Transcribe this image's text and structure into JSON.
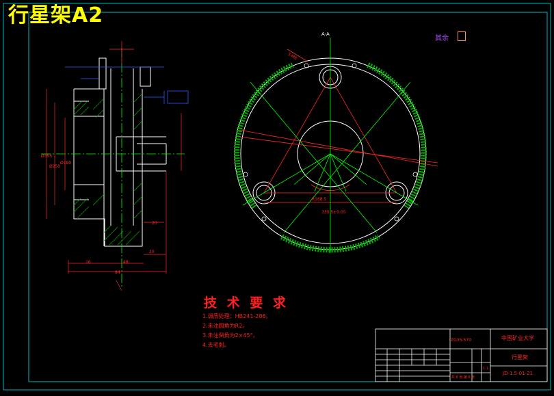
{
  "drawing": {
    "title": "行星架A2",
    "misc_label": "其余"
  },
  "technical_requirements": {
    "title": "技 术 要 求",
    "items": [
      "1.调质处理：HB241-286。",
      "2.未注圆角为R2。",
      "3.未注倒角为2×45°。",
      "4.去毛刺。"
    ]
  },
  "title_block": {
    "university": "中国矿业大学",
    "part_name": "行星架",
    "drawing_no": "JD-1.5-01-21",
    "material": "ZG35-570",
    "scale": "1:1",
    "sheet": "共 6 张  第 6 张"
  },
  "colors": {
    "outline": "#ffffff",
    "dimension": "#ff2a2a",
    "center_line": "#00ff00",
    "hatch": "#00b000",
    "leader": "#2a5cff",
    "frame": "#00b8b8",
    "title_text": "#ffff00"
  }
}
